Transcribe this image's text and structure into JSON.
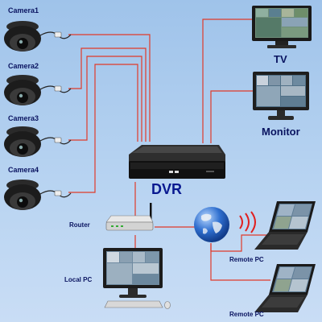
{
  "labels": {
    "camera1": "Camera1",
    "camera2": "Camera2",
    "camera3": "Camera3",
    "camera4": "Camera4",
    "tv": "TV",
    "monitor": "Monitor",
    "dvr": "DVR",
    "router": "Router",
    "local_pc": "Local PC",
    "remote_pc_1": "Remote PC",
    "remote_pc_2": "Remote PC"
  },
  "colors": {
    "background": "#b7d3f1",
    "wire": "#e03a2a",
    "label": "#0a1460",
    "dvr_label": "#081890"
  },
  "icons": {
    "camera": "dome-camera-icon",
    "tv": "tv-icon",
    "monitor": "monitor-icon",
    "dvr": "dvr-box-icon",
    "router": "router-icon",
    "globe": "globe-icon",
    "wireless": "wireless-signal-icon",
    "local_pc": "desktop-pc-icon",
    "remote_pc": "laptop-icon"
  }
}
